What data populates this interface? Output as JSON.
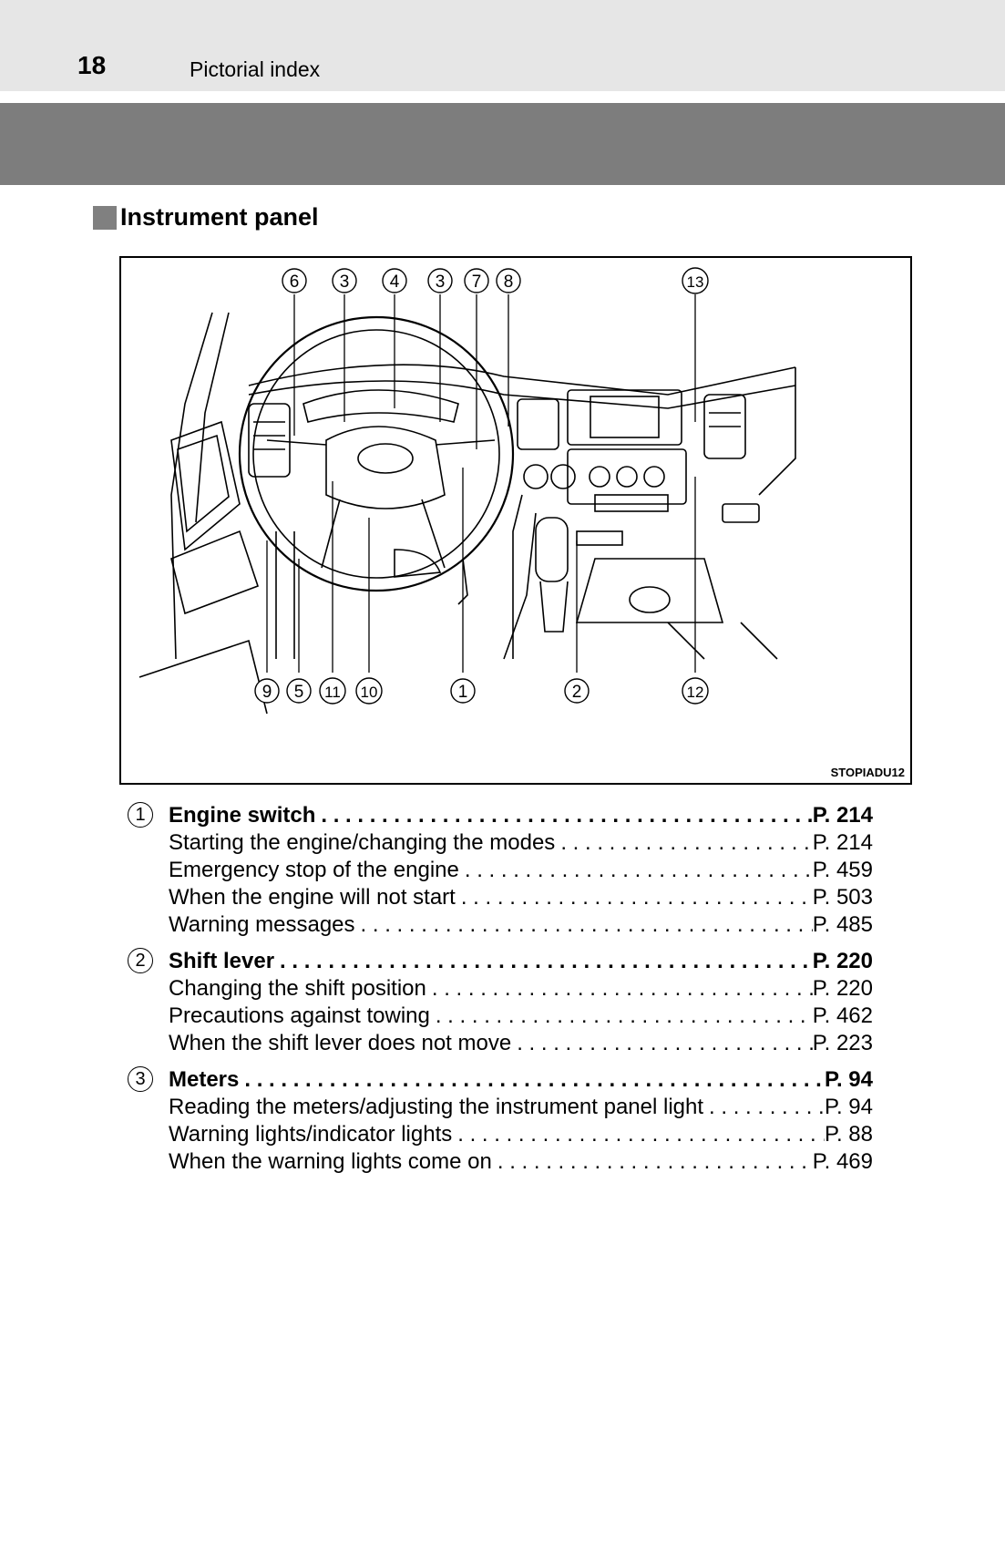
{
  "header": {
    "page_number": "18",
    "title": "Pictorial index"
  },
  "section": {
    "heading": "Instrument panel"
  },
  "figure": {
    "code": "STOPIADU12",
    "callouts_top": [
      "6",
      "3",
      "4",
      "3",
      "7",
      "8",
      "13"
    ],
    "callouts_bottom": [
      "9",
      "5",
      "11",
      "10",
      "1",
      "2",
      "12"
    ]
  },
  "entries": [
    {
      "number": "1",
      "title": "Engine switch",
      "page": "P. 214",
      "items": [
        {
          "label": "Starting the engine/changing the modes",
          "page": "P. 214"
        },
        {
          "label": "Emergency stop of the engine",
          "page": "P. 459"
        },
        {
          "label": "When the engine will not start",
          "page": "P. 503"
        },
        {
          "label": "Warning messages",
          "page": "P. 485"
        }
      ]
    },
    {
      "number": "2",
      "title": "Shift lever",
      "page": "P. 220",
      "items": [
        {
          "label": "Changing the shift position",
          "page": "P. 220"
        },
        {
          "label": "Precautions against towing",
          "page": "P. 462"
        },
        {
          "label": "When the shift lever does not move",
          "page": "P. 223"
        }
      ]
    },
    {
      "number": "3",
      "title": "Meters",
      "page": "P. 94",
      "items": [
        {
          "label": "Reading the meters/adjusting the instrument panel light",
          "page": "P. 94"
        },
        {
          "label": "Warning lights/indicator lights",
          "page": "P. 88"
        },
        {
          "label": "When the warning lights come on",
          "page": "P. 469"
        }
      ]
    }
  ]
}
